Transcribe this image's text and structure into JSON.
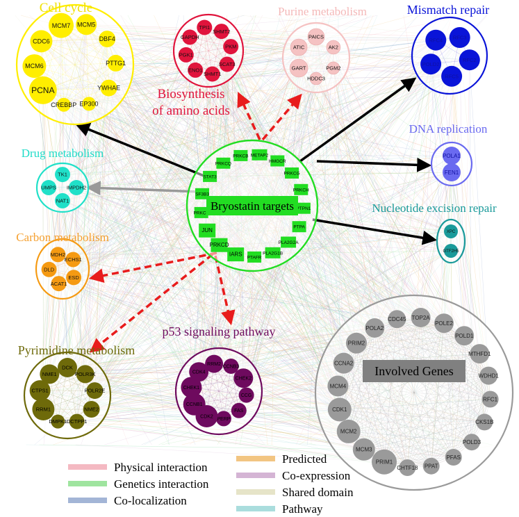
{
  "center": {
    "label": "Bryostatin targets",
    "color": "#22dd22",
    "nodes": [
      "PRKCB",
      "METAP2",
      "HMGCR",
      "PRKCG",
      "PRKCH",
      "PTPN1",
      "PTPA",
      "PLA2G2A",
      "PLA2G1B",
      "PTAFR",
      "IARS",
      "PRKCD",
      "JUN",
      "PRKCE",
      "SF3B3",
      "STAT3",
      "PRKCQ"
    ]
  },
  "modules": [
    {
      "key": "cell-cycle",
      "title": "Cell cycle",
      "color": "#ffee00",
      "title_color": "#f0e000",
      "nodes": [
        "MCM7",
        "MCM5",
        "DBF4",
        "PTTG1",
        "YWHAE",
        "EP300",
        "CREBBP",
        "PCNA",
        "MCM6",
        "CDC6"
      ]
    },
    {
      "key": "amino-acids",
      "title": "Biosynthesis of amino acids",
      "title_lines": [
        "Biosynthesis",
        "of amino acids"
      ],
      "color": "#e0143c",
      "title_color": "#e0143c",
      "nodes": [
        "TPI1",
        "SHMT2",
        "PKM",
        "SCAT3",
        "SHMT1",
        "ENO1",
        "PGK1",
        "GAPDH"
      ]
    },
    {
      "key": "purine",
      "title": "Purine metabolism",
      "color": "#f5c2c2",
      "title_color": "#f4b8b8",
      "nodes": [
        "PAICS",
        "AK2",
        "PGM2",
        "HDDC3",
        "GART",
        "ATIC"
      ]
    },
    {
      "key": "mismatch",
      "title": "Mismatch repair",
      "color": "#0a14d8",
      "title_color": "#0a14d8",
      "nodes": [
        "RFC3",
        "RFC2",
        "RFC5",
        "POLD2",
        "RFC4"
      ]
    },
    {
      "key": "dna-replication",
      "title": "DNA replication",
      "color": "#6a6af0",
      "title_color": "#6a6af0",
      "nodes": [
        "POLA1",
        "FEN1"
      ]
    },
    {
      "key": "drug",
      "title": "Drug metabolism",
      "color": "#20e0c8",
      "title_color": "#20dcc8",
      "nodes": [
        "TK1",
        "IMPDH2",
        "NAT1",
        "UMPS"
      ]
    },
    {
      "key": "nucleotide",
      "title": "Nucleotide excision repair",
      "color": "#1a9a9a",
      "title_color": "#1a9a9a",
      "nodes": [
        "XPC",
        "GTF2H5"
      ]
    },
    {
      "key": "carbon",
      "title": "Carbon metabolism",
      "color": "#f59a12",
      "title_color": "#f5a030",
      "nodes": [
        "MDH2",
        "ECHS1",
        "ESD",
        "ACAT1",
        "DLD"
      ]
    },
    {
      "key": "pyrimidine",
      "title": "Pyrimidine metabolism",
      "color": "#6e6a0a",
      "title_color": "#6e6a0a",
      "nodes": [
        "DCK",
        "POLR3K",
        "POLR2E",
        "NME2",
        "DCTPP1",
        "DMPK1",
        "RRM1",
        "CTPS1",
        "NME1"
      ]
    },
    {
      "key": "p53",
      "title": "p53 signaling pathway",
      "color": "#6e0a5e",
      "title_color": "#6e0a5e",
      "nodes": [
        "RRM2",
        "CCNB3",
        "CHEK2",
        "CCG",
        "FAS",
        "PERP",
        "CDK2",
        "CCNB1",
        "CHEK1",
        "CDK4"
      ]
    },
    {
      "key": "involved",
      "title": "",
      "center_label": "Involved Genes",
      "color": "#9a9a9a",
      "title_color": "#808080",
      "nodes": [
        "TOP2A",
        "POLE2",
        "POLD1",
        "MTHFD1",
        "WDHD1",
        "RFC1",
        "CKS1B",
        "POLD3",
        "PFAS",
        "PPAT",
        "CHTF18",
        "PRIM1",
        "MCM3",
        "MCM2",
        "CDK1",
        "MCM4",
        "CCNA2",
        "PRIM2",
        "POLA2",
        "CDC45"
      ]
    }
  ],
  "legend": {
    "col1": [
      {
        "label": "Physical interaction",
        "color": "#f4b9c2"
      },
      {
        "label": "Genetics interaction",
        "color": "#9fe49f"
      },
      {
        "label": "Co-localization",
        "color": "#a3b5d6"
      }
    ],
    "col2": [
      {
        "label": "Predicted",
        "color": "#f2c582"
      },
      {
        "label": "Co-expression",
        "color": "#d4b4d4"
      },
      {
        "label": "Shared domain",
        "color": "#e6e4c8"
      },
      {
        "label": "Pathway",
        "color": "#aadddd"
      }
    ]
  },
  "arrows": [
    {
      "to": "cell-cycle",
      "style": "solid",
      "color": "#000000"
    },
    {
      "to": "amino-acids",
      "style": "dashed",
      "color": "#e81c1c"
    },
    {
      "to": "purine",
      "style": "dashed",
      "color": "#e81c1c"
    },
    {
      "to": "mismatch",
      "style": "solid",
      "color": "#000000"
    },
    {
      "to": "dna-replication",
      "style": "solid",
      "color": "#000000"
    },
    {
      "to": "drug",
      "style": "solid",
      "color": "#999999"
    },
    {
      "to": "nucleotide",
      "style": "solid",
      "color": "#000000"
    },
    {
      "to": "carbon",
      "style": "dashed",
      "color": "#e81c1c"
    },
    {
      "to": "pyrimidine",
      "style": "dashed",
      "color": "#e81c1c"
    },
    {
      "to": "p53",
      "style": "dashed",
      "color": "#e81c1c"
    }
  ]
}
